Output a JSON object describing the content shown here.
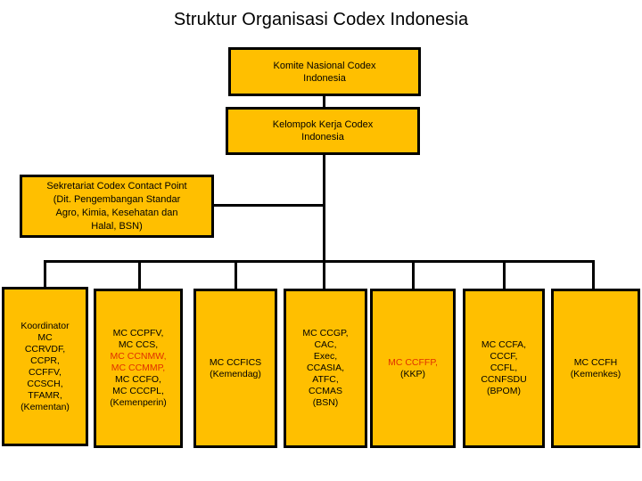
{
  "title": "Struktur Organisasi Codex Indonesia",
  "colors": {
    "node_fill": "#FFBF00",
    "node_border": "#000000",
    "text": "#000000",
    "highlight_text": "#E03000",
    "background": "#FFFFFF"
  },
  "nodes": {
    "komite": "Komite Nasional Codex\nIndonesia",
    "kelompok": "Kelompok Kerja Codex\nIndonesia",
    "sekretariat": "Sekretariat Codex Contact Point\n(Dit. Pengembangan Standar\nAgro, Kimia, Kesehatan dan\nHalal, BSN)"
  },
  "units": [
    {
      "id": "kementan",
      "lines_black_top": "Koordinator\nMC\nCCRVDF,\nCCPR,\nCCFFV,\nCCSCH,\nTFAMR,\n(Kementan)",
      "lines_red": "",
      "lines_black_bottom": ""
    },
    {
      "id": "kemenperin",
      "lines_black_top": "MC CCPFV,\nMC CCS,",
      "lines_red": "MC CCNMW,\nMC CCMMP,",
      "lines_black_bottom": "MC CCFO,\nMC CCCPL,\n(Kemenperin)"
    },
    {
      "id": "kemendag",
      "lines_black_top": "MC CCFICS\n(Kemendag)",
      "lines_red": "",
      "lines_black_bottom": ""
    },
    {
      "id": "bsn",
      "lines_black_top": "MC CCGP,\nCAC,\nExec,\nCCASIA,\nATFC,\nCCMAS\n(BSN)",
      "lines_red": "",
      "lines_black_bottom": ""
    },
    {
      "id": "kkp",
      "lines_black_top": "",
      "lines_red": "MC CCFFP,",
      "lines_black_bottom": "(KKP)"
    },
    {
      "id": "bpom",
      "lines_black_top": "MC CCFA,\nCCCF,\nCCFL,\nCCNFSDU\n(BPOM)",
      "lines_red": "",
      "lines_black_bottom": ""
    },
    {
      "id": "kemenkes",
      "lines_black_top": "MC CCFH\n(Kemenkes)",
      "lines_red": "",
      "lines_black_bottom": ""
    }
  ]
}
